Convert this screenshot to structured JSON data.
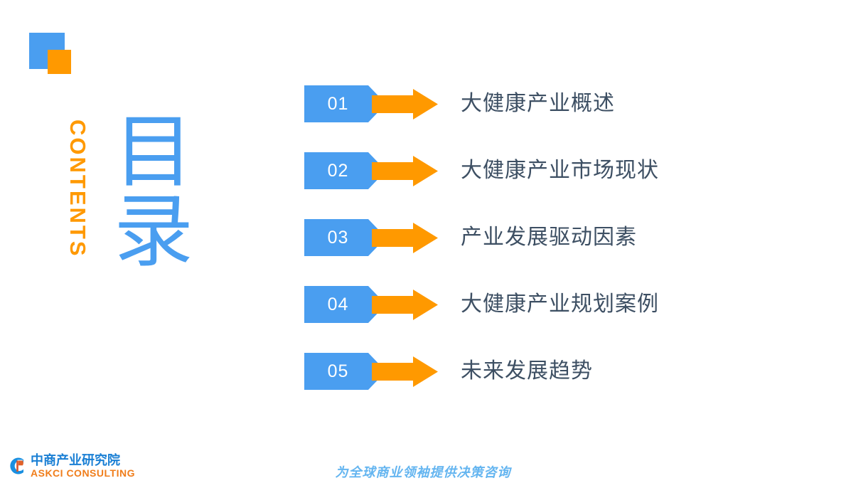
{
  "theme": {
    "blue": "#4a9ef0",
    "orange": "#ff9900",
    "title_text": "#3d4f63",
    "brand_blue": "#1a7fd4",
    "brand_orange": "#f07d1a",
    "tagline_blue": "#64b5f0",
    "background": "#ffffff"
  },
  "decor": {
    "square_blue_name": "blue-square",
    "square_orange_name": "orange-square"
  },
  "heading": {
    "vertical_label": "CONTENTS",
    "title_char_1": "目",
    "title_char_2": "录"
  },
  "toc": {
    "items": [
      {
        "number": "01",
        "title": "大健康产业概述"
      },
      {
        "number": "02",
        "title": "大健康产业市场现状"
      },
      {
        "number": "03",
        "title": "产业发展驱动因素"
      },
      {
        "number": "04",
        "title": "大健康产业规划案例"
      },
      {
        "number": "05",
        "title": "未来发展趋势"
      }
    ]
  },
  "footer": {
    "brand_cn": "中商产业研究院",
    "brand_en": "ASKCI CONSULTING",
    "tagline": "为全球商业领袖提供决策咨询"
  }
}
